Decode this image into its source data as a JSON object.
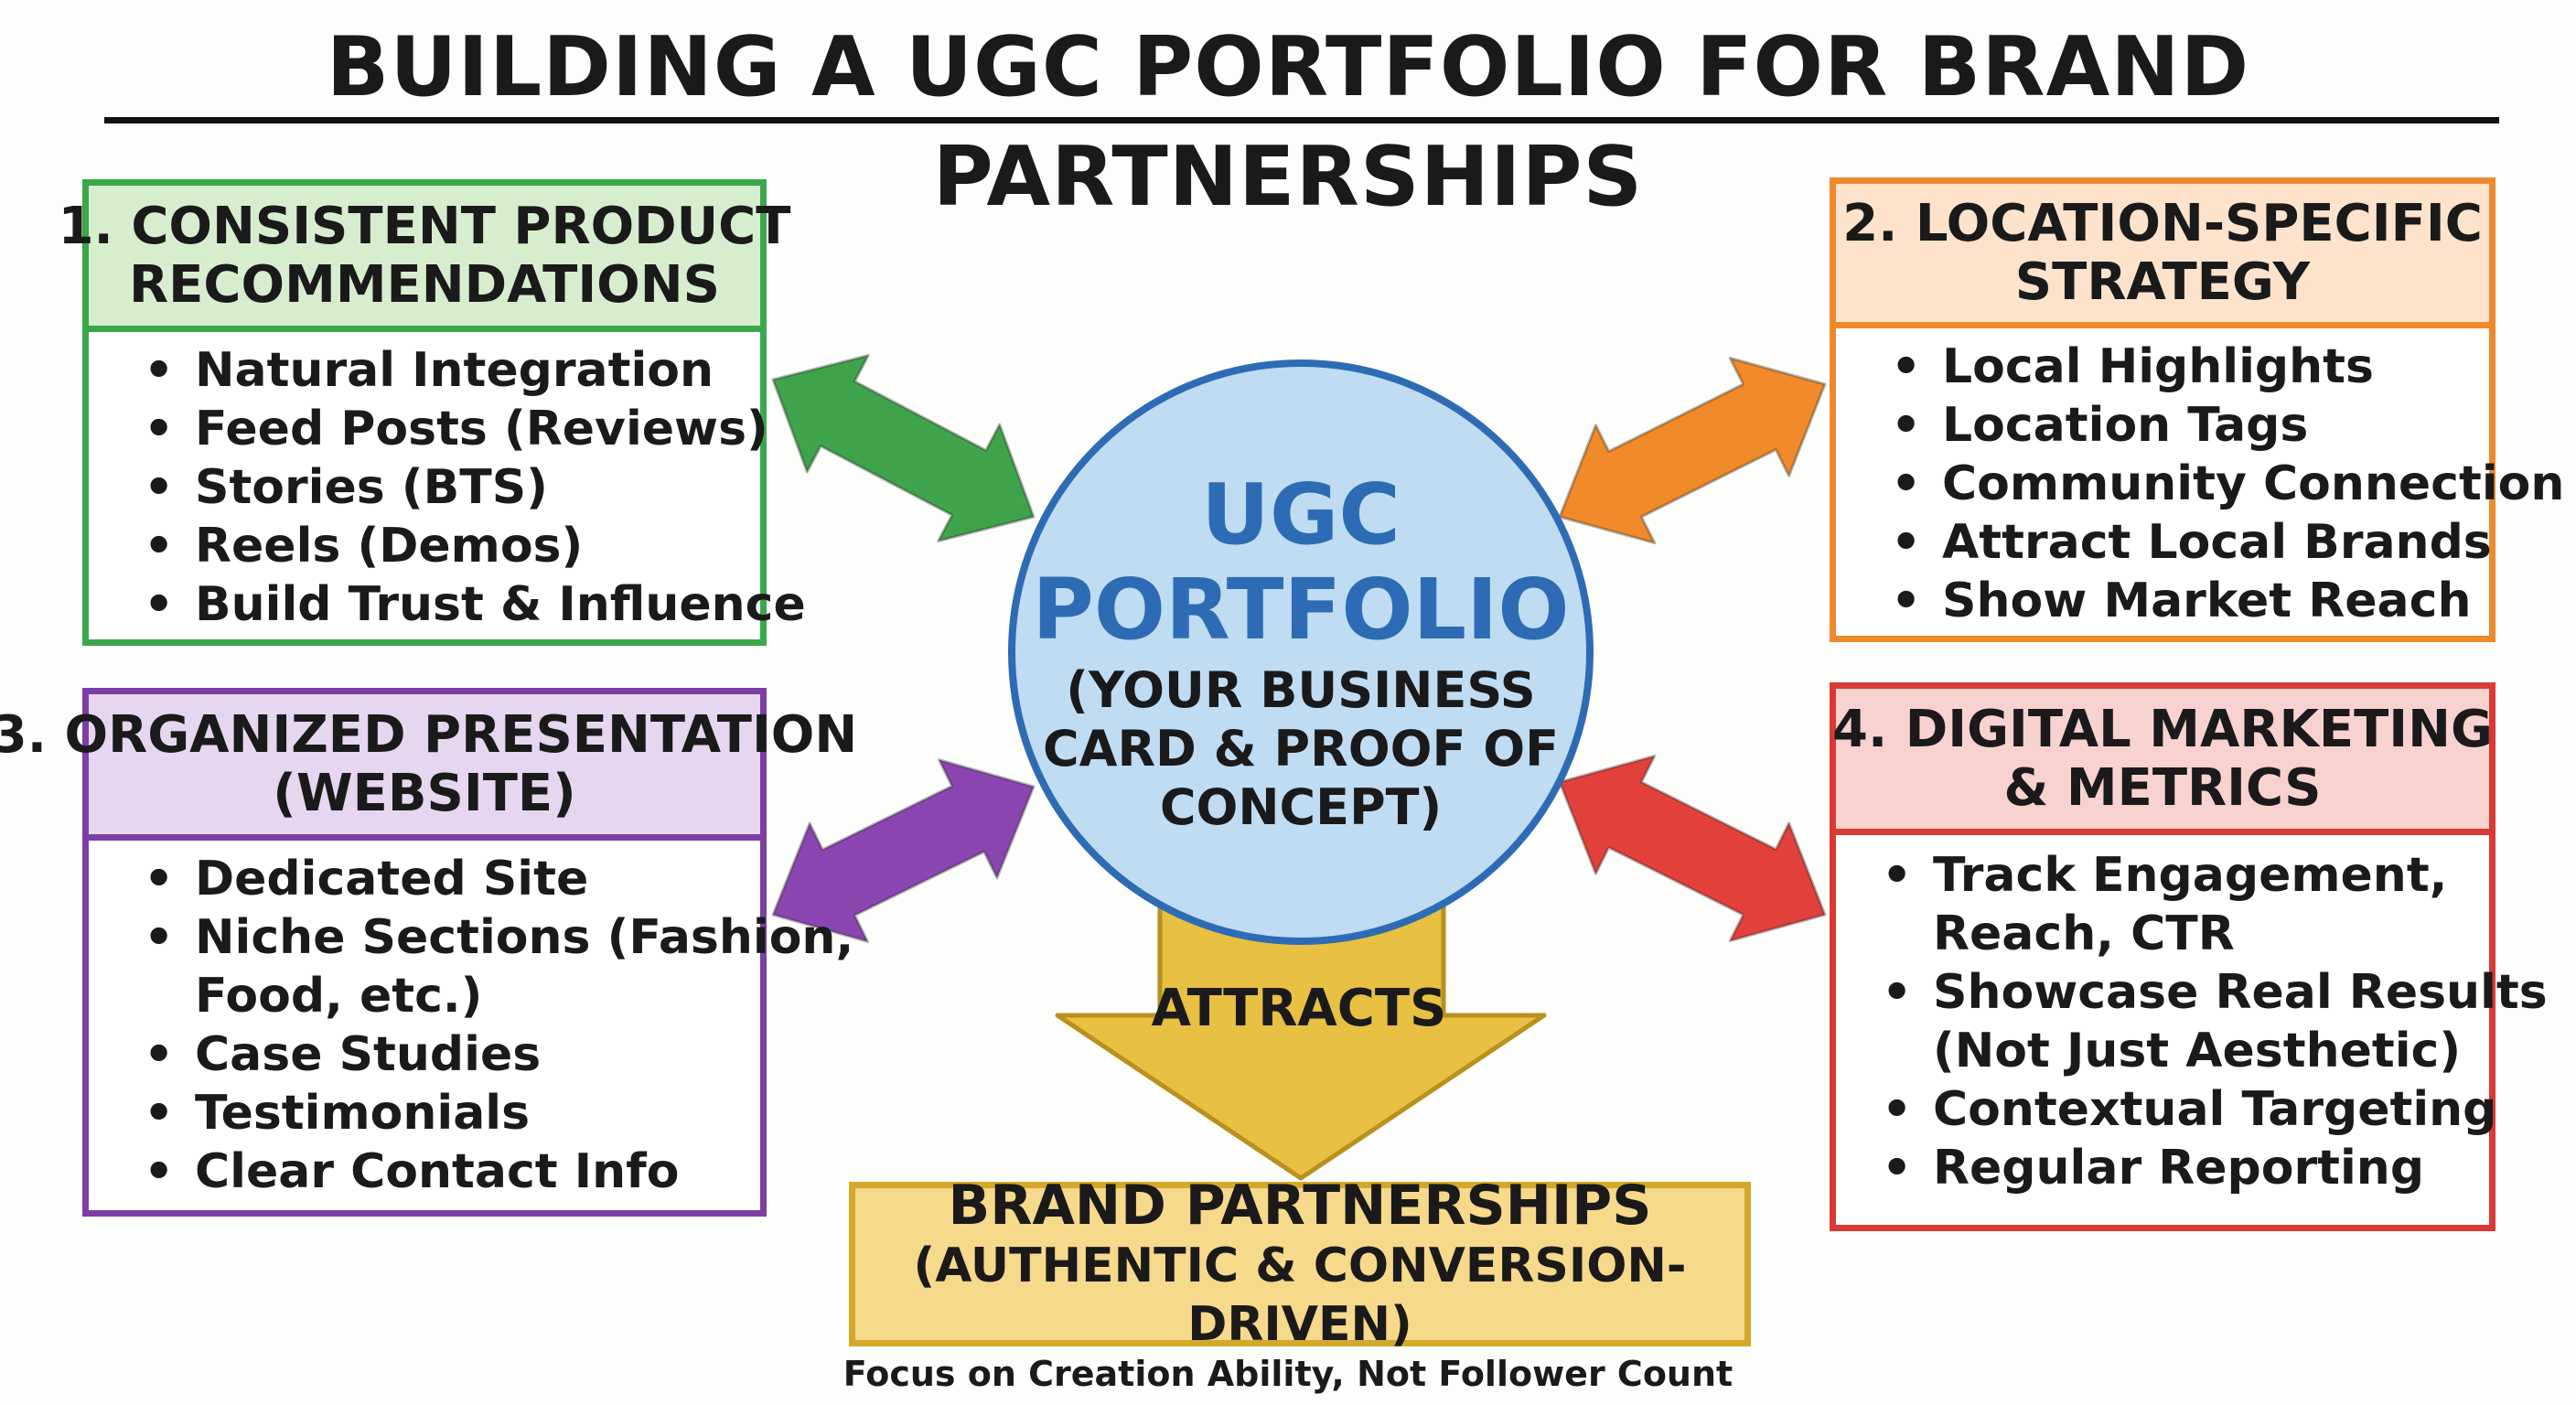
{
  "title": "BUILDING A UGC PORTFOLIO FOR BRAND PARTNERSHIPS",
  "center": {
    "title_lines": [
      "UGC",
      "PORTFOLIO"
    ],
    "subtitle_lines": [
      "(YOUR BUSINESS",
      "CARD & PROOF OF",
      "CONCEPT)"
    ]
  },
  "boxes": [
    {
      "heading_lines": [
        "1. CONSISTENT PRODUCT",
        "RECOMMENDATIONS"
      ],
      "items": [
        "Natural Integration",
        "Feed Posts (Reviews)",
        "Stories (BTS)",
        "Reels (Demos)",
        "Build Trust & Influence"
      ],
      "border_color": "#3aa84a",
      "header_bg": "#d6eecd"
    },
    {
      "heading_lines": [
        "2. LOCATION-SPECIFIC",
        "STRATEGY"
      ],
      "items": [
        "Local Highlights",
        "Location Tags",
        "Community Connection",
        "Attract Local Brands",
        "Show Market Reach"
      ],
      "border_color": "#ee8a2c",
      "header_bg": "#fde3cc"
    },
    {
      "heading_lines": [
        "3. ORGANIZED PRESENTATION",
        "(WEBSITE)"
      ],
      "items": [
        "Dedicated Site",
        "Niche Sections (Fashion,",
        "Food, etc.)",
        "Case Studies",
        "Testimonials",
        "Clear Contact Info"
      ],
      "bullet_flags": [
        true,
        true,
        false,
        true,
        true,
        true
      ],
      "border_color": "#7b3fa5",
      "header_bg": "#e6d6ef"
    },
    {
      "heading_lines": [
        "4. DIGITAL MARKETING",
        "& METRICS"
      ],
      "items": [
        "Track Engagement,",
        "Reach, CTR",
        "Showcase Real Results",
        "(Not Just Aesthetic)",
        "Contextual Targeting",
        "Regular Reporting"
      ],
      "bullet_flags": [
        true,
        false,
        true,
        false,
        true,
        true
      ],
      "border_color": "#d93a35",
      "header_bg": "#f8d2cf"
    }
  ],
  "arrow_colors": {
    "green": "#3ea34a",
    "orange": "#f08a2a",
    "purple": "#8a45b0",
    "red": "#e2403a",
    "gold": "#e8c042"
  },
  "attracts_label": "ATTRACTS",
  "outcome": {
    "title": "BRAND PARTNERSHIPS",
    "subtitle": "(AUTHENTIC & CONVERSION-DRIVEN)"
  },
  "footer": "Focus on Creation Ability, Not Follower Count"
}
